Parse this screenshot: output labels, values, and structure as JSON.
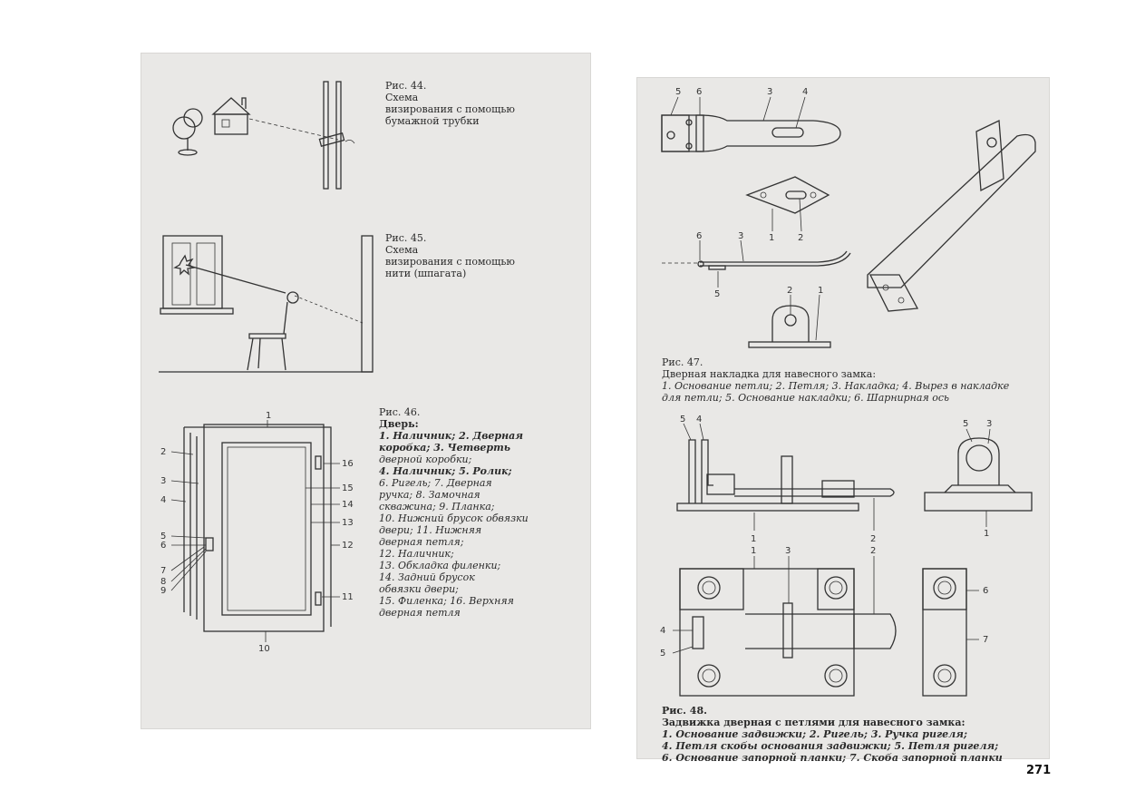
{
  "page_number": "271",
  "fig44": {
    "title": "Рис. 44.",
    "lines": [
      "Схема",
      "визирования с помощью",
      "бумажной трубки"
    ]
  },
  "fig45": {
    "title": "Рис. 45.",
    "lines": [
      "Схема",
      "визирования с помощью",
      "нити (шпагата)"
    ]
  },
  "fig46": {
    "title": "Рис. 46.",
    "subtitle": "Дверь:",
    "lines": [
      "1. Наличник; 2. Дверная",
      "коробка; 3. Четверть",
      "дверной коробки;",
      "4. Наличник; 5. Ролик;",
      "6. Ригель; 7. Дверная",
      "ручка; 8. Замочная",
      "скважина; 9. Планка;",
      "10. Нижний брусок обвязки",
      "двери; 11. Нижняя",
      "дверная петля;",
      "12. Наличник;",
      "13. Обкладка филенки;",
      "14. Задний брусок",
      "обвязки двери;",
      "15. Филенка; 16. Верхняя",
      "дверная петля"
    ],
    "labels": [
      "1",
      "2",
      "3",
      "4",
      "5",
      "6",
      "7",
      "8",
      "9",
      "10",
      "11",
      "12",
      "13",
      "14",
      "15",
      "16"
    ]
  },
  "fig47": {
    "title": "Рис. 47.",
    "subtitle": "Дверная накладка для навесного замка:",
    "lines": [
      "1. Основание петли; 2. Петля; 3. Накладка; 4. Вырез в накладке",
      "для петли; 5. Основание накладки; 6. Шарнирная ось"
    ],
    "labels_top": [
      "5",
      "6",
      "3",
      "4"
    ],
    "labels_plate": [
      "1",
      "2"
    ],
    "labels_side": [
      "6",
      "3",
      "5"
    ],
    "labels_loop": [
      "2",
      "1"
    ]
  },
  "fig48": {
    "title": "Рис. 48.",
    "subtitle": "Задвижка дверная с петлями для навесного замка:",
    "lines": [
      "1. Основание задвижки; 2. Ригель; 3. Ручка ригеля;",
      "4. Петля скобы основания задвижки; 5. Петля ригеля;",
      "6. Основание запорной планки; 7. Скоба запорной планки"
    ],
    "labels_top": [
      "5",
      "4",
      "1",
      "2"
    ],
    "labels_end": [
      "5",
      "3",
      "1"
    ],
    "labels_plan": [
      "1",
      "3",
      "2",
      "4",
      "5"
    ],
    "labels_strike": [
      "6",
      "7"
    ]
  }
}
